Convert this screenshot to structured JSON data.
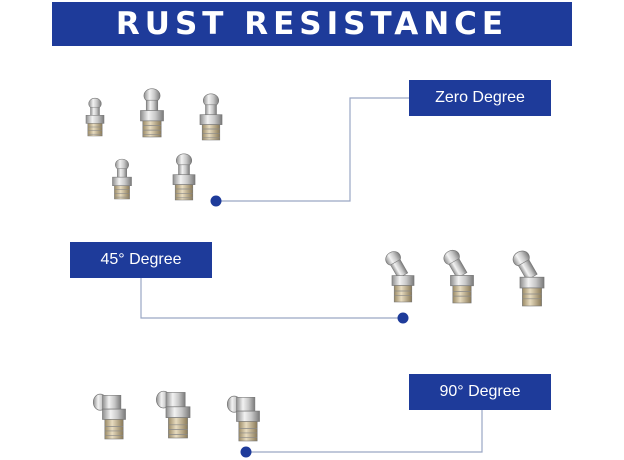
{
  "banner": {
    "title": "RUST RESISTANCE",
    "color": "#1e3b9a"
  },
  "sections": [
    {
      "label": "Zero Degree"
    },
    {
      "label": "45° Degree"
    },
    {
      "label": "90° Degree"
    }
  ],
  "colors": {
    "label_bg": "#1e3b9a",
    "connector_line": "#9aa6c4",
    "dot": "#1e3b9a"
  }
}
